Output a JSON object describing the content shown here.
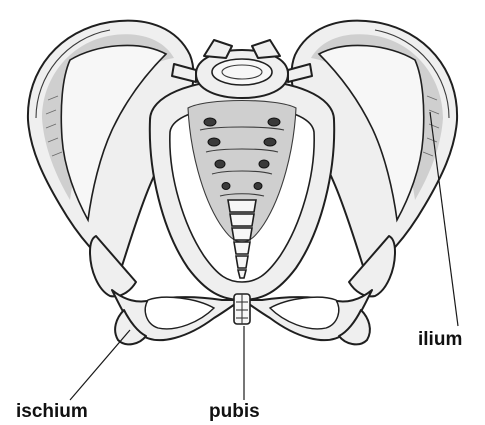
{
  "labels": {
    "ilium": "ilium",
    "ischium": "ischium",
    "pubis": "pubis"
  },
  "colors": {
    "bone": "#efefef",
    "outline": "#1f1f1f",
    "shading": "#cfcfcf"
  }
}
